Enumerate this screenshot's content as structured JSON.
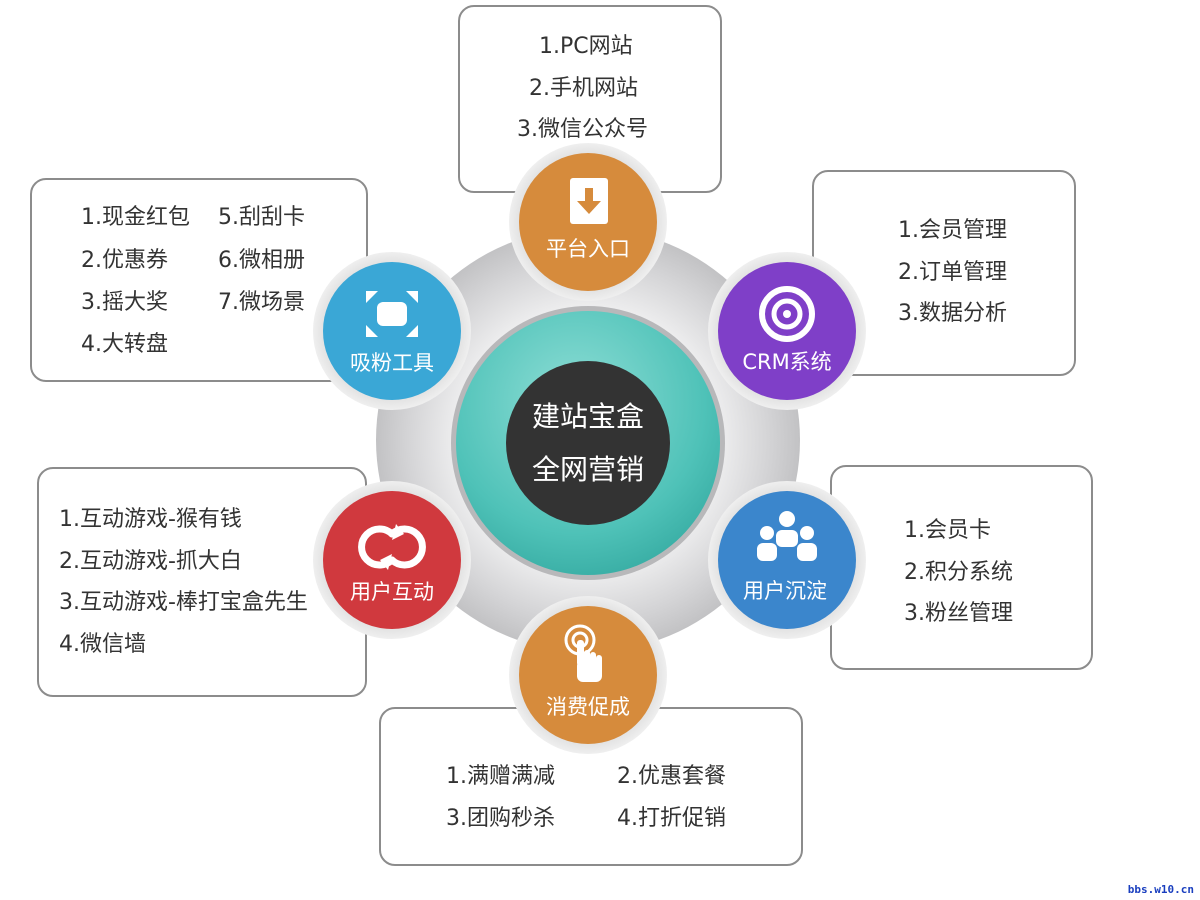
{
  "center": {
    "line1": "建站宝盒",
    "line2": "全网营销"
  },
  "nodes": {
    "platform": {
      "label": "平台入口",
      "color": "#d68b3c",
      "icon": "download-icon"
    },
    "crm": {
      "label": "CRM系统",
      "color": "#7f3fc8",
      "icon": "target-icon"
    },
    "retention": {
      "label": "用户沉淀",
      "color": "#3b86cc",
      "icon": "users-icon"
    },
    "promotion": {
      "label": "消费促成",
      "color": "#d68b3c",
      "icon": "tap-icon"
    },
    "interaction": {
      "label": "用户互动",
      "color": "#d0393e",
      "icon": "loop-arrows-icon"
    },
    "fans": {
      "label": "吸粉工具",
      "color": "#3aa7d6",
      "icon": "expand-icon"
    }
  },
  "boxes": {
    "platform": [
      "1.PC网站",
      "2.手机网站",
      "3.微信公众号"
    ],
    "crm": [
      "1.会员管理",
      "2.订单管理",
      "3.数据分析"
    ],
    "retention": [
      "1.会员卡",
      "2.积分系统",
      "3.粉丝管理"
    ],
    "promotion": [
      "1.满赠满减",
      "2.优惠套餐",
      "3.团购秒杀",
      "4.打折促销"
    ],
    "interaction": [
      "1.互动游戏-猴有钱",
      "2.互动游戏-抓大白",
      "3.互动游戏-棒打宝盒先生",
      "4.微信墙"
    ],
    "fans": [
      "1.现金红包",
      "2.优惠券",
      "3.摇大奖",
      "4.大转盘",
      "5.刮刮卡",
      "6.微相册",
      "7.微场景"
    ]
  },
  "watermark": "bbs.w10.cn"
}
